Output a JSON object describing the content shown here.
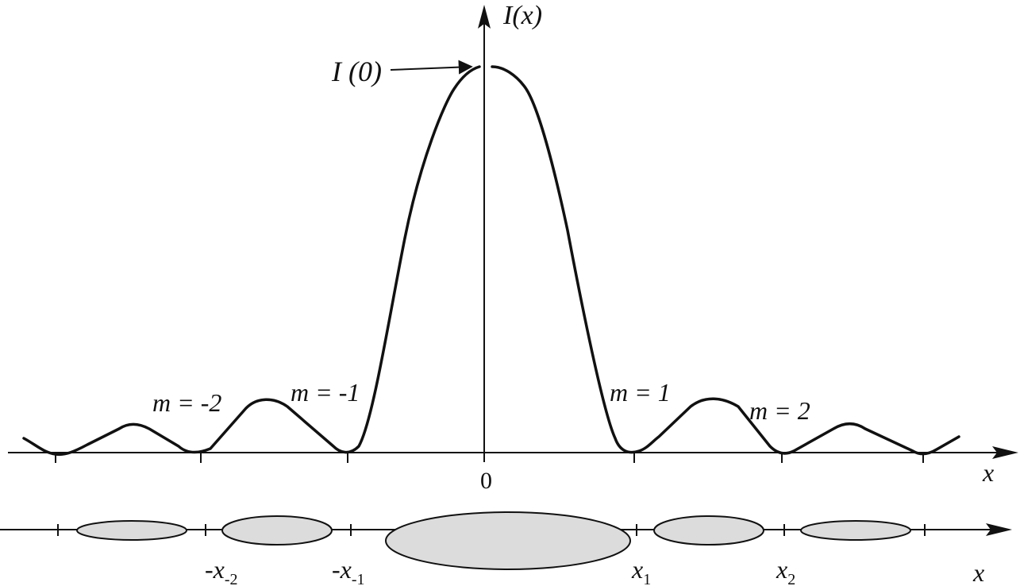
{
  "diagram": {
    "y_axis_label": "I(x)",
    "x_axis_label": "x",
    "origin_label": "0",
    "peak_label": "I (0)",
    "order_labels": {
      "m_neg2": "m = -2",
      "m_neg1": "m = -1",
      "m_pos1": "m = 1",
      "m_pos2": "m = 2"
    },
    "bottom_axis_label": "x",
    "bottom_tick_labels": {
      "neg2": {
        "base": "-x",
        "sub": "-2"
      },
      "neg1": {
        "base": "-x",
        "sub": "-1"
      },
      "pos1": {
        "base": "x",
        "sub": "1"
      },
      "pos2": {
        "base": "x",
        "sub": "2"
      }
    },
    "colors": {
      "line": "#111111",
      "spot_fill": "#dcdcdc"
    }
  }
}
